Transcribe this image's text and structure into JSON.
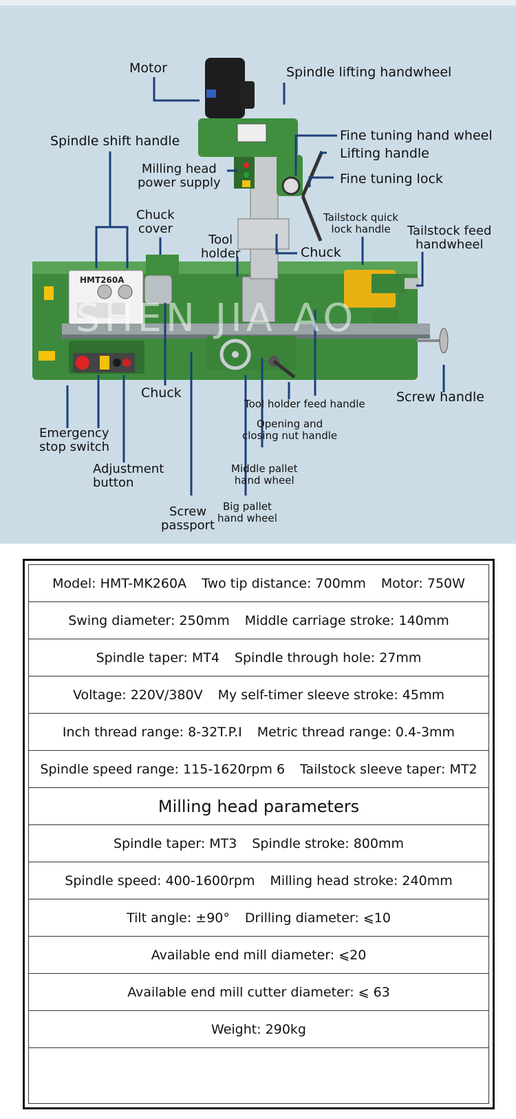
{
  "diagram": {
    "watermark": "SHEN JIA AO",
    "panel_text": "HMT260A",
    "labels": {
      "motor": "Motor",
      "spindle_lifting_handwheel": "Spindle lifting handwheel",
      "spindle_shift_handle": "Spindle shift handle",
      "fine_tuning_hand_wheel": "Fine tuning hand wheel",
      "lifting_handle": "Lifting handle",
      "milling_head_power_supply": "Milling head\npower supply",
      "fine_tuning_lock": "Fine tuning lock",
      "chuck_cover": "Chuck\ncover",
      "tailstock_quick_lock_handle": "Tailstock quick\nlock handle",
      "tailstock_feed_handwheel": "Tailstock feed\nhandwheel",
      "tool_holder": "Tool\nholder",
      "chuck_upper": "Chuck",
      "chuck_lower": "Chuck",
      "screw_handle": "Screw handle",
      "tool_holder_feed_handle": "Tool holder feed handle",
      "opening_closing_nut_handle": "Opening and\nclosing nut handle",
      "emergency_stop_switch": "Emergency\nstop switch",
      "adjustment_button": "Adjustment\nbutton",
      "middle_pallet_hand_wheel": "Middle pallet\nhand wheel",
      "screw_passport": "Screw\npassport",
      "big_pallet_hand_wheel": "Big pallet\nhand wheel"
    }
  },
  "specs": {
    "rows": [
      {
        "type": "normal",
        "parts": [
          "Model: HMT-MK260A",
          "Two tip distance: 700mm",
          "Motor: 750W"
        ]
      },
      {
        "type": "normal",
        "parts": [
          "Swing diameter: 250mm",
          "Middle carriage stroke: 140mm"
        ]
      },
      {
        "type": "normal",
        "parts": [
          "Spindle taper: MT4",
          "Spindle through hole: 27mm"
        ]
      },
      {
        "type": "normal",
        "parts": [
          "Voltage: 220V/380V",
          "My self-timer sleeve stroke: 45mm"
        ]
      },
      {
        "type": "normal",
        "parts": [
          "Inch thread range: 8-32T.P.I",
          "Metric thread range: 0.4-3mm"
        ]
      },
      {
        "type": "normal",
        "parts": [
          "Spindle speed range: 115-1620rpm 6",
          "Tailstock sleeve taper: MT2"
        ]
      },
      {
        "type": "heading",
        "parts": [
          "Milling head parameters"
        ]
      },
      {
        "type": "normal",
        "parts": [
          "Spindle taper: MT3",
          "Spindle stroke: 800mm"
        ]
      },
      {
        "type": "normal",
        "parts": [
          "Spindle speed: 400-1600rpm",
          "Milling head stroke: 240mm"
        ]
      },
      {
        "type": "normal",
        "parts": [
          "Tilt angle: ±90°",
          "Drilling diameter: ⩽10"
        ]
      },
      {
        "type": "normal",
        "parts": [
          "Available end mill diameter: ⩽20"
        ]
      },
      {
        "type": "normal",
        "parts": [
          "Available end mill cutter diameter: ⩽ 63"
        ]
      },
      {
        "type": "normal",
        "parts": [
          "Weight: 290kg"
        ]
      },
      {
        "type": "empty",
        "parts": []
      }
    ]
  },
  "colors": {
    "background": "#ccdce6",
    "machine_green": "#3f8f3f",
    "leader_line": "#1c3f78"
  }
}
